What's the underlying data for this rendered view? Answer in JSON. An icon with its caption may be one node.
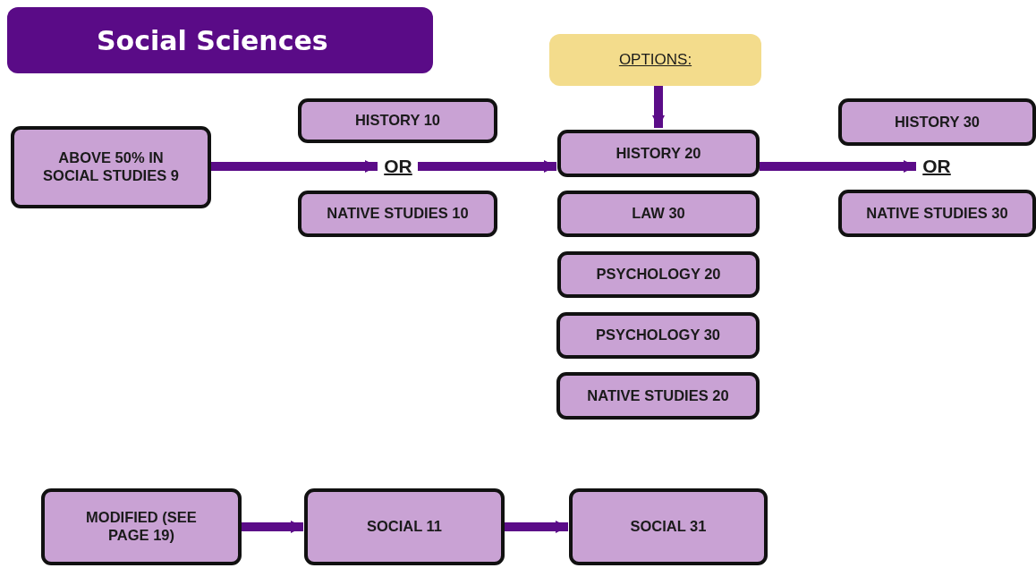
{
  "diagram": {
    "title": "Social Sciences",
    "nodes": [
      {
        "text": [
          "ABOVE 50% IN SOCIAL STUDIES 9"
        ]
      },
      {
        "text": [
          "HISTORY 10"
        ]
      },
      {
        "text": [
          "OR"
        ]
      },
      {
        "text": [
          "NATIVE STUDIES 10"
        ]
      },
      {
        "text": [
          "OPTIONS:"
        ]
      },
      {
        "text": [
          "HISTORY 20"
        ]
      },
      {
        "text": [
          "LAW 30"
        ]
      },
      {
        "text": [
          "PSYCHOLOGY 20"
        ]
      },
      {
        "text": [
          "PSYCHOLOGY 30"
        ]
      },
      {
        "text": [
          "NATIVE STUDIES 20"
        ]
      },
      {
        "text": [
          "HISTORY 30"
        ]
      },
      {
        "text": [
          "OR"
        ]
      },
      {
        "text": [
          "NATIVE STUDIES 30"
        ]
      },
      {
        "text": [
          "MODIFIED (SEE PAGE 19)"
        ]
      },
      {
        "text": [
          "SOCIAL 11"
        ]
      },
      {
        "text": [
          "SOCIAL 31"
        ]
      }
    ],
    "edges": [
      {
        "from": 0,
        "to": 2,
        "arrow": "to"
      },
      {
        "from": 2,
        "to": 5,
        "arrow": "to"
      },
      {
        "from": 4,
        "to": 5,
        "arrow": "to"
      },
      {
        "from": 5,
        "to": 11,
        "arrow": "to"
      },
      {
        "from": 13,
        "to": 14,
        "arrow": "to"
      },
      {
        "from": 14,
        "to": 15,
        "arrow": "to"
      }
    ]
  }
}
